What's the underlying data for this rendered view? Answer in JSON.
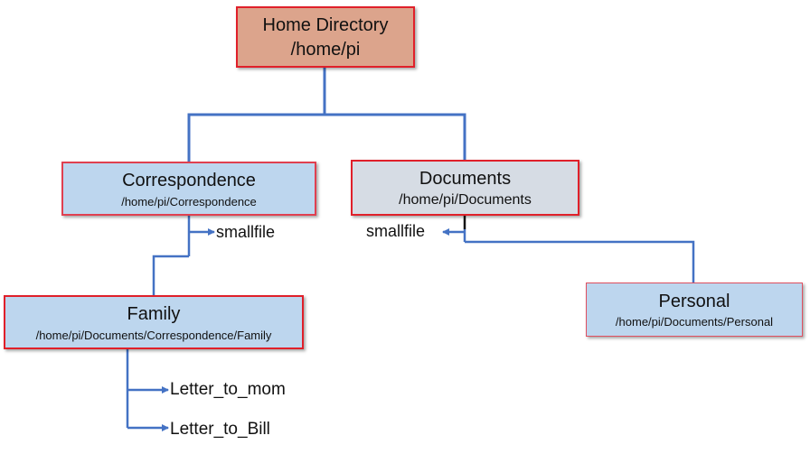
{
  "diagram": {
    "nodes": {
      "home": {
        "title": "Home Directory",
        "path": "/home/pi"
      },
      "correspondence": {
        "title": "Correspondence",
        "path": "/home/pi/Correspondence"
      },
      "documents": {
        "title": "Documents",
        "path": "/home/pi/Documents"
      },
      "family": {
        "title": "Family",
        "path": "/home/pi/Documents/Correspondence/Family"
      },
      "personal": {
        "title": "Personal",
        "path": "/home/pi/Documents/Personal"
      }
    },
    "files": {
      "correspondence_file": "smallfile",
      "documents_file": "smallfile",
      "family_file_1": "Letter_to_mom",
      "family_file_2": "Letter_to_Bill"
    },
    "colors": {
      "connector": "#4472c4",
      "node_border": "#e0202a",
      "home_fill": "#dca48c",
      "folder_fill": "#bdd6ee",
      "documents_fill": "#d6dce4"
    }
  }
}
